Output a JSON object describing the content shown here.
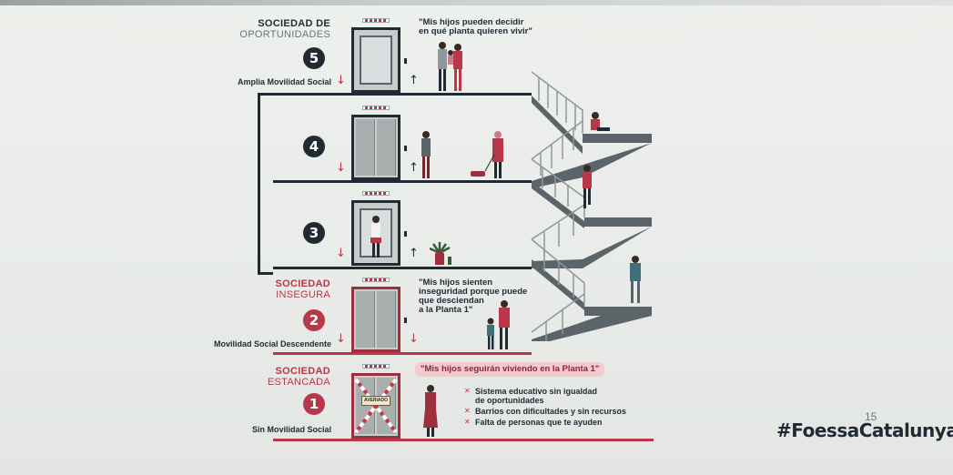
{
  "levels": [
    {
      "number": "5",
      "society_l1": "SOCIEDAD DE",
      "society_l2": "OPORTUNIDADES",
      "mobility": "Amplia Movilidad Social",
      "quote": "\"Mis hijos pueden decidir\nen qué planta quieren vivir\""
    },
    {
      "number": "4"
    },
    {
      "number": "3"
    },
    {
      "number": "2",
      "society_l1": "SOCIEDAD",
      "society_l2": "INSEGURA",
      "mobility": "Movilidad Social Descendente",
      "quote": "\"Mis hijos sienten\ninseguridad porque puede\nque desciendan\na la Planta 1\""
    },
    {
      "number": "1",
      "society_l1": "SOCIEDAD",
      "society_l2": "ESTANCADA",
      "mobility": "Sin Movilidad Social",
      "quote": "\"Mis hijos seguirán viviendo en la Planta 1\""
    }
  ],
  "bullets": [
    "Sistema educativo sin igualdad\nde oportunidades",
    "Barrios con dificultades y sin recursos",
    "Falta de personas que te ayuden"
  ],
  "broken_sign": "AVERIADO",
  "page_number": "15",
  "hashtag": "#FoessaCatalunya",
  "icons": {
    "down": "arrow-down-icon",
    "up": "arrow-up-icon",
    "cross": "cross-icon"
  },
  "colors": {
    "dark": "#1f2a33",
    "accent": "#b8384a"
  }
}
